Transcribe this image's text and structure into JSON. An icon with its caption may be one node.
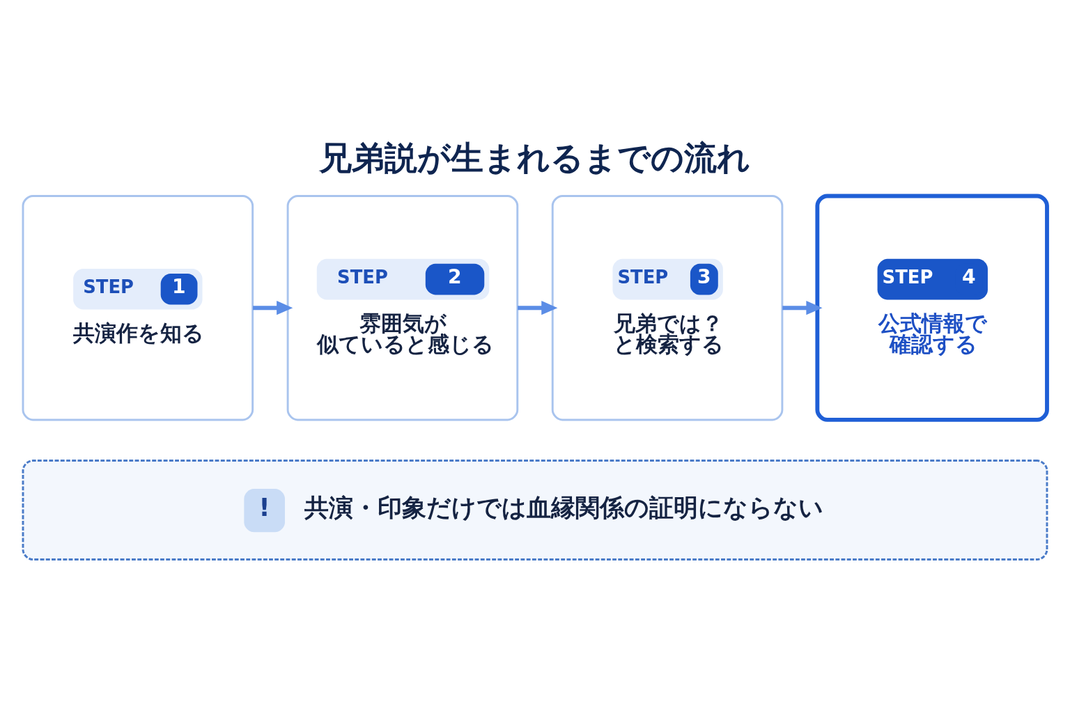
{
  "diagram": {
    "title": "兄弟説が生まれるまでの流れ",
    "nodes": [
      {
        "text": [
          "STEP",
          "1",
          "共演作を知る"
        ]
      },
      {
        "text": [
          "STEP",
          "2",
          "雰囲気が似ていると感じる"
        ]
      },
      {
        "text": [
          "STEP",
          "3",
          "兄弟では？と検索する"
        ]
      },
      {
        "text": [
          "STEP",
          "4",
          "公式情報で確認する"
        ]
      },
      {
        "text": [
          "!",
          "共演・印象だけでは血縁関係の証明にならない"
        ]
      }
    ],
    "edges": [
      {
        "from": 0,
        "to": 1,
        "arrow": "to"
      },
      {
        "from": 1,
        "to": 2,
        "arrow": "to"
      },
      {
        "from": 2,
        "to": 3,
        "arrow": "to"
      }
    ]
  }
}
